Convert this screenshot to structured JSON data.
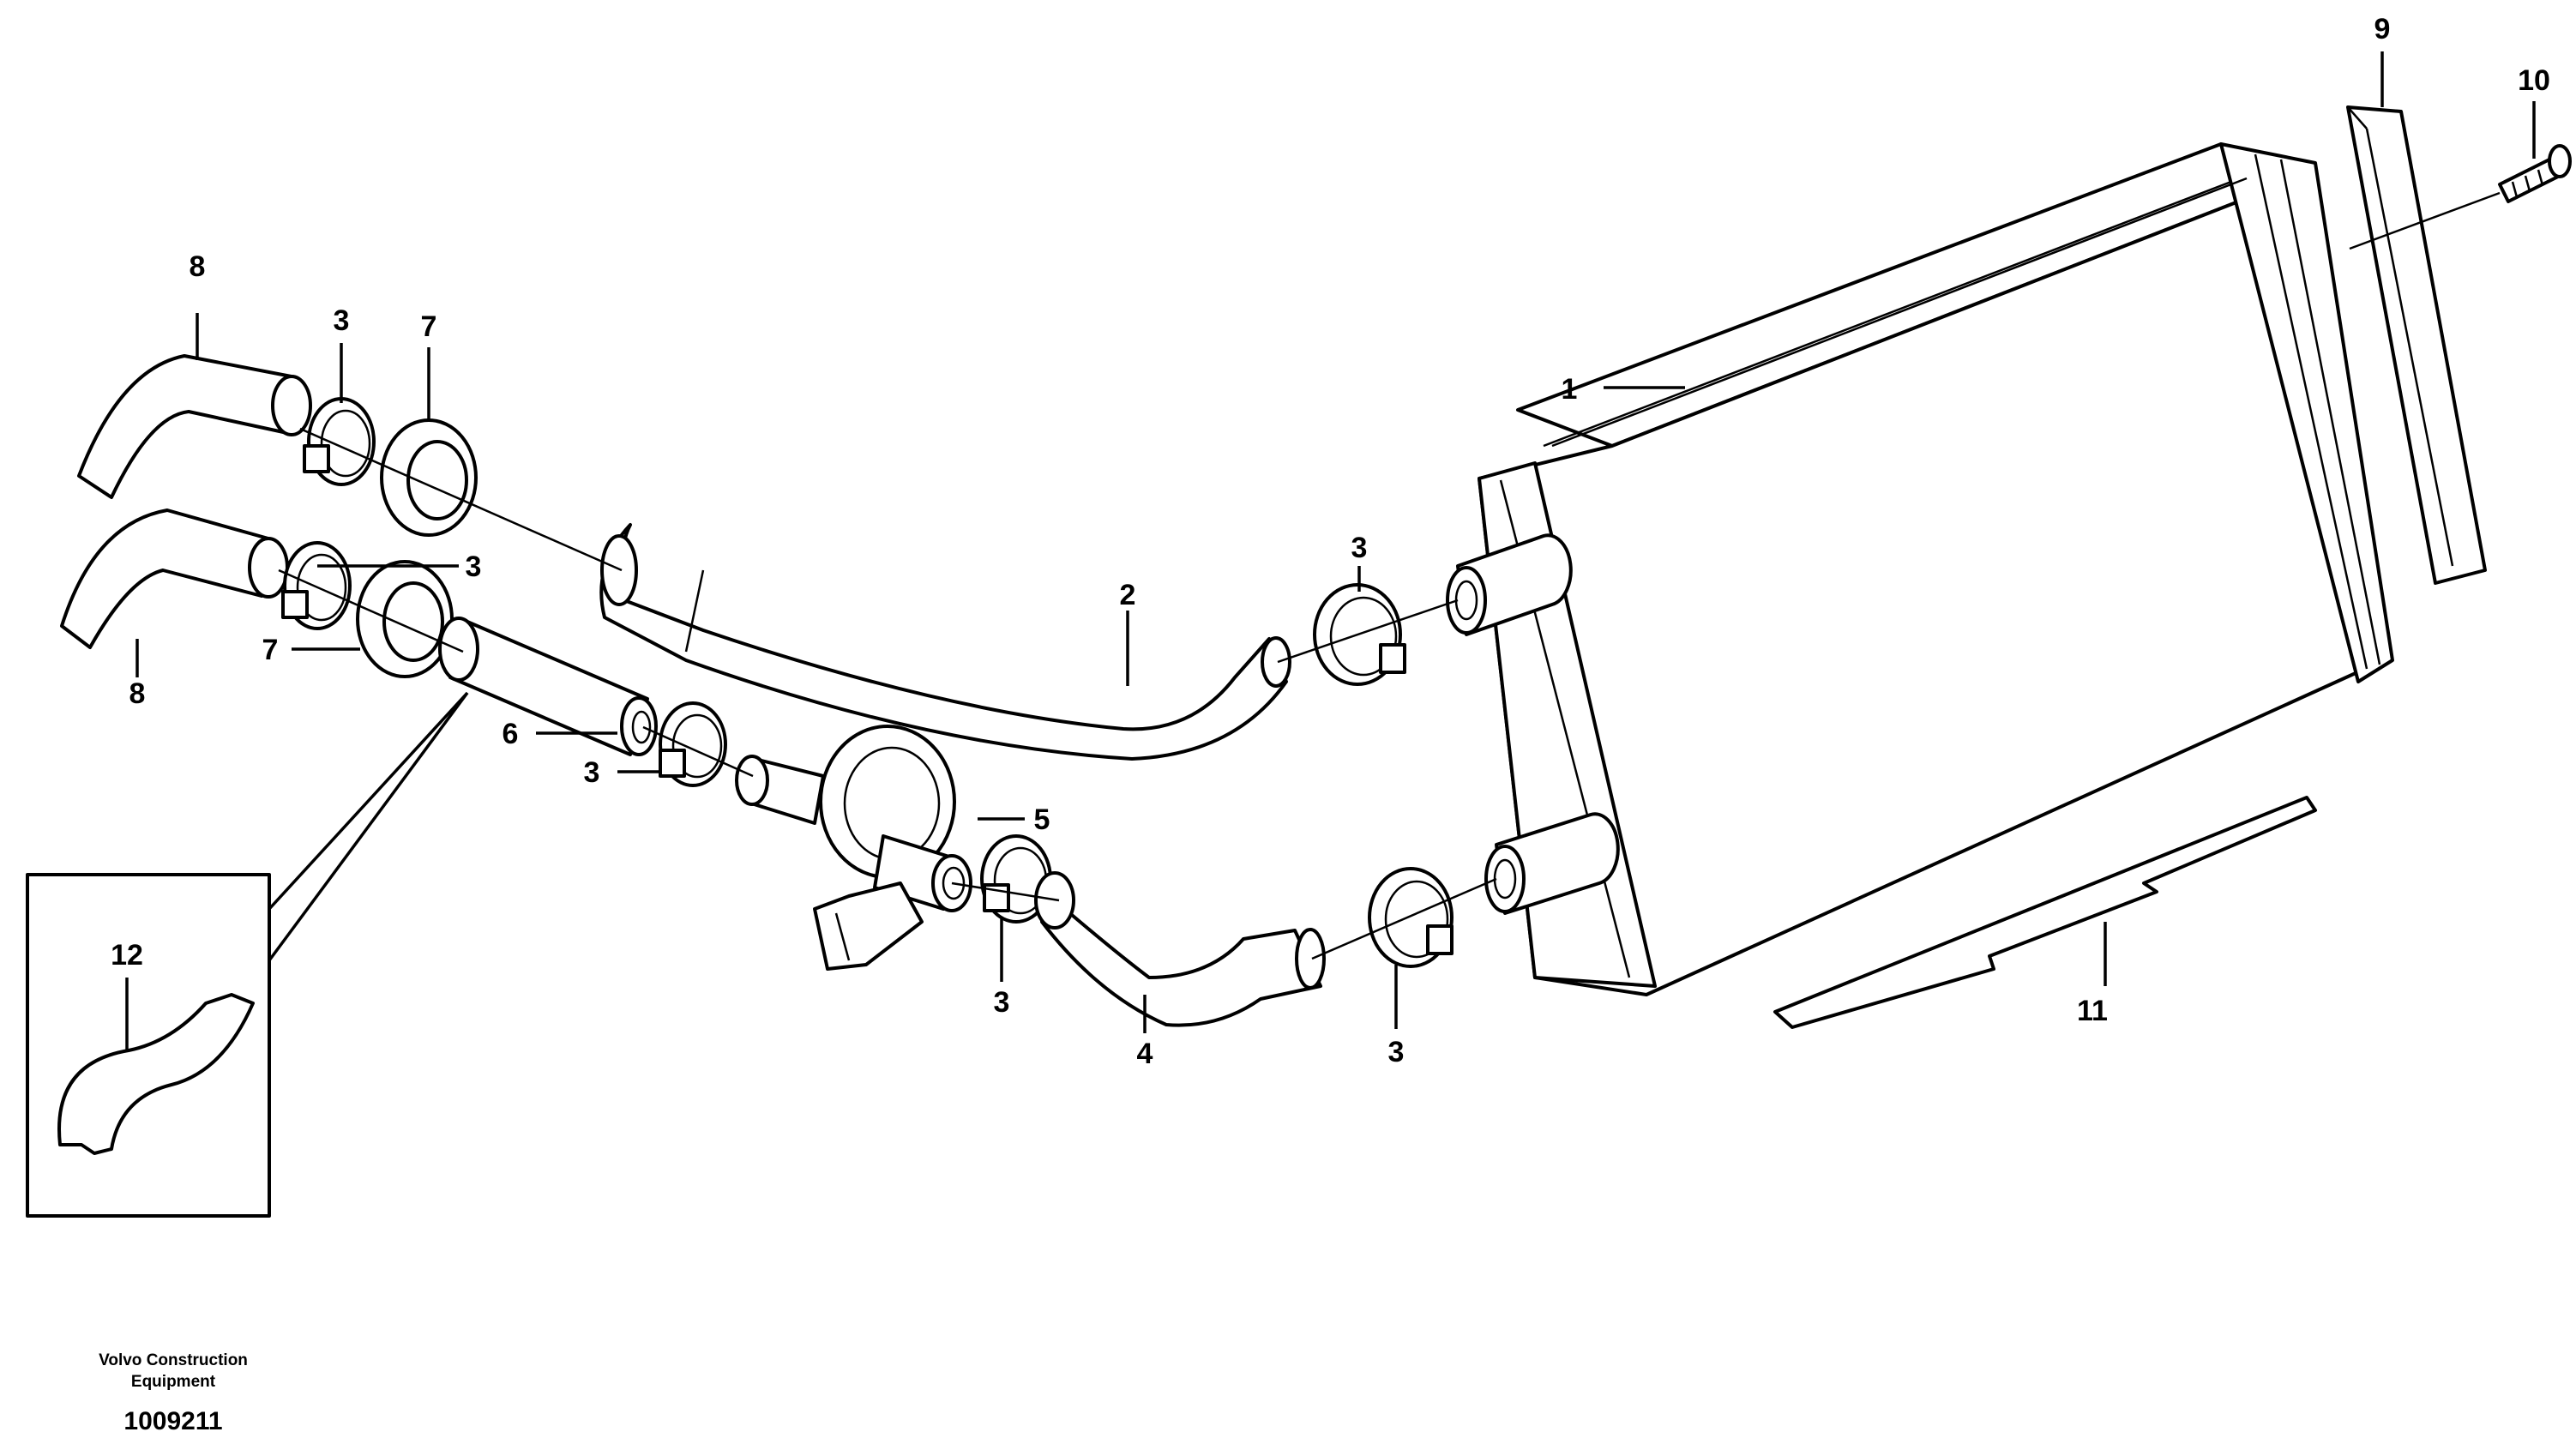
{
  "callouts": [
    {
      "id": "c1",
      "text": "1"
    },
    {
      "id": "c2",
      "text": "2"
    },
    {
      "id": "c3a",
      "text": "3"
    },
    {
      "id": "c3b",
      "text": "3"
    },
    {
      "id": "c3c",
      "text": "3"
    },
    {
      "id": "c3d",
      "text": "3"
    },
    {
      "id": "c3e",
      "text": "3"
    },
    {
      "id": "c3f",
      "text": "3"
    },
    {
      "id": "c4",
      "text": "4"
    },
    {
      "id": "c5",
      "text": "5"
    },
    {
      "id": "c6",
      "text": "6"
    },
    {
      "id": "c7a",
      "text": "7"
    },
    {
      "id": "c7b",
      "text": "7"
    },
    {
      "id": "c8a",
      "text": "8"
    },
    {
      "id": "c8b",
      "text": "8"
    },
    {
      "id": "c9",
      "text": "9"
    },
    {
      "id": "c10",
      "text": "10"
    },
    {
      "id": "c11",
      "text": "11"
    },
    {
      "id": "c12",
      "text": "12"
    }
  ],
  "footer": {
    "brand_line1": "Volvo Construction",
    "brand_line2": "Equipment",
    "drawing_number": "1009211"
  }
}
